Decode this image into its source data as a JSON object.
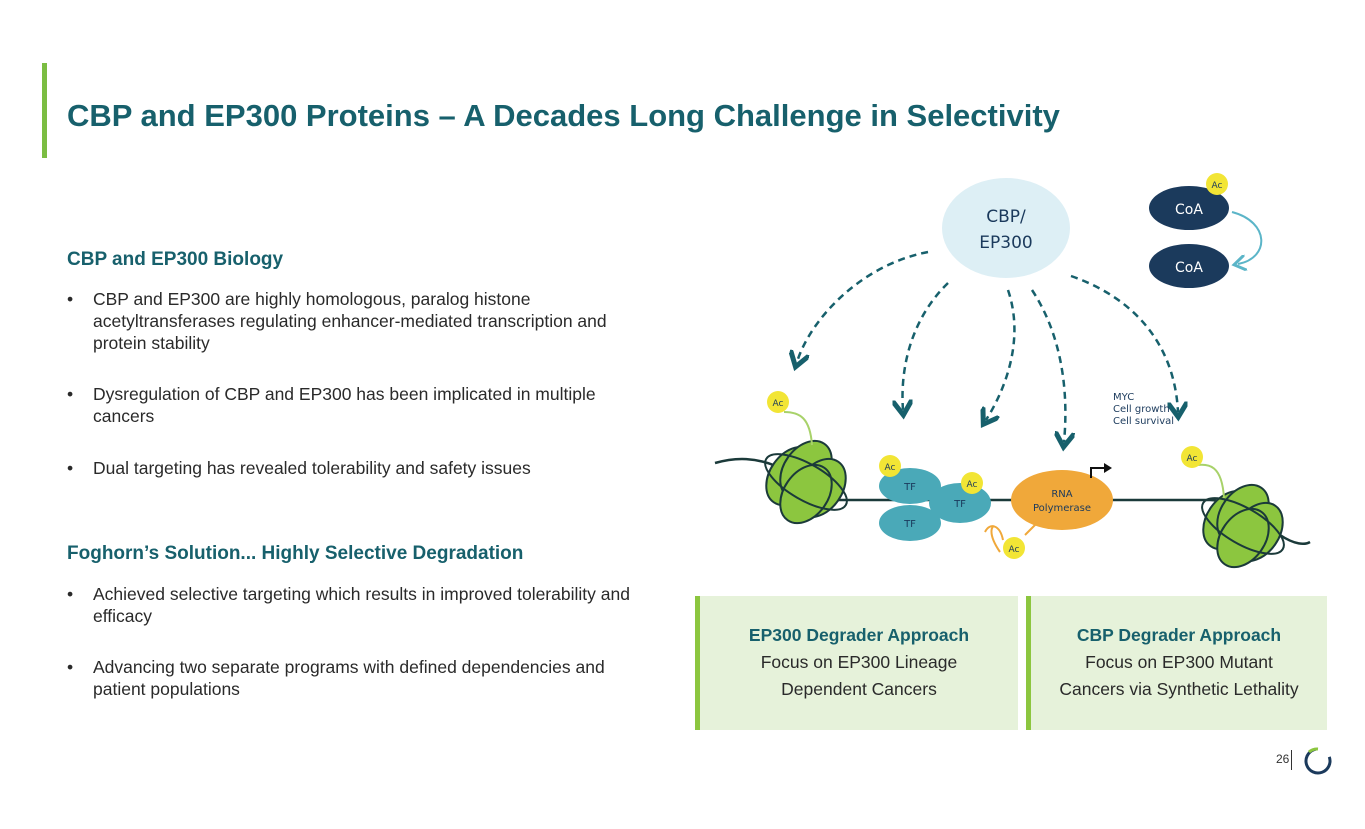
{
  "title": "CBP and EP300 Proteins – A Decades Long Challenge in Selectivity",
  "biology": {
    "heading": "CBP and EP300 Biology",
    "bullets": [
      "CBP and EP300 are highly homologous, paralog histone acetyltransferases regulating enhancer-mediated transcription and protein stability",
      "Dysregulation of CBP and EP300 has been implicated in multiple cancers",
      "Dual targeting has revealed tolerability and safety issues"
    ]
  },
  "solution": {
    "heading": "Foghorn’s Solution... Highly Selective Degradation",
    "bullets": [
      "Achieved selective targeting which results in improved tolerability and efficacy",
      "Advancing two separate programs with defined dependencies and patient populations"
    ]
  },
  "diagram": {
    "center_line1": "CBP/",
    "center_line2": "EP300",
    "coa": "CoA",
    "ac": "Ac",
    "tf": "TF",
    "rna_line1": "RNA",
    "rna_line2": "Polymerase",
    "targets": [
      "MYC",
      "Cell growth",
      "Cell survival"
    ]
  },
  "approaches": [
    {
      "title": "EP300 Degrader Approach",
      "line1": "Focus on EP300 Lineage",
      "line2": "Dependent Cancers"
    },
    {
      "title": "CBP Degrader Approach",
      "line1": "Focus on EP300 Mutant",
      "line2": "Cancers via Synthetic Lethality"
    }
  ],
  "page_number": "26",
  "colors": {
    "teal": "#17606c",
    "green": "#8cc63f",
    "navy": "#1b3a5c",
    "yellow": "#f2e535",
    "orange": "#f0a83a",
    "tf": "#4aa9b8"
  }
}
